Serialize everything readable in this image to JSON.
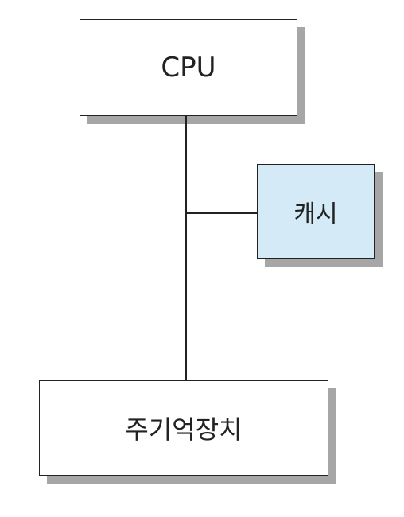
{
  "nodes": {
    "cpu": {
      "label": "CPU"
    },
    "cache": {
      "label": "캐시"
    },
    "main_memory": {
      "label": "주기억장치"
    }
  },
  "colors": {
    "box_border": "#222222",
    "shadow": "#a6a6a6",
    "cache_fill": "#d4ebf7",
    "box_fill": "#ffffff"
  }
}
